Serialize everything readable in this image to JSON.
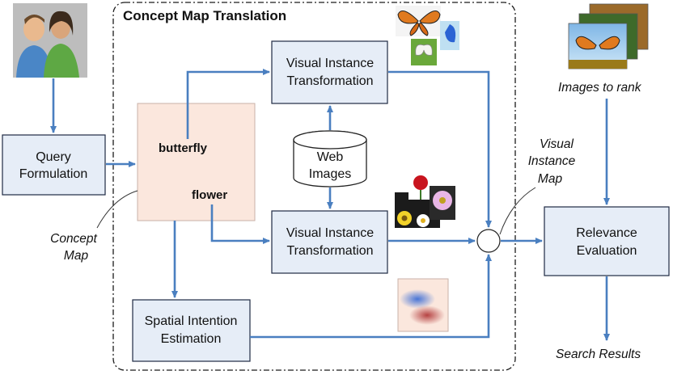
{
  "region_title": "Concept Map Translation",
  "query_formulation": [
    "Query",
    "Formulation"
  ],
  "visual_instance_top": [
    "Visual Instance",
    "Transformation"
  ],
  "visual_instance_bottom": [
    "Visual Instance",
    "Transformation"
  ],
  "web_images": [
    "Web",
    "Images"
  ],
  "spatial_intention": [
    "Spatial Intention",
    "Estimation"
  ],
  "relevance_evaluation": [
    "Relevance",
    "Evaluation"
  ],
  "concept_map_terms": {
    "butterfly": "butterfly",
    "flower": "flower"
  },
  "concept_map_label": [
    "Concept",
    "Map"
  ],
  "visual_instance_map_label": [
    "Visual",
    "Instance",
    "Map"
  ],
  "images_to_rank": "Images to rank",
  "search_results": "Search Results",
  "colors": {
    "arrow": "#4a7fc0",
    "box_fill": "#e6edf7",
    "concept_map_fill": "#fbe7dd"
  },
  "icons": [
    "users-icon",
    "butterfly-images-icon",
    "flower-images-icon",
    "spatial-heatmap-icon",
    "image-stack-icon"
  ]
}
